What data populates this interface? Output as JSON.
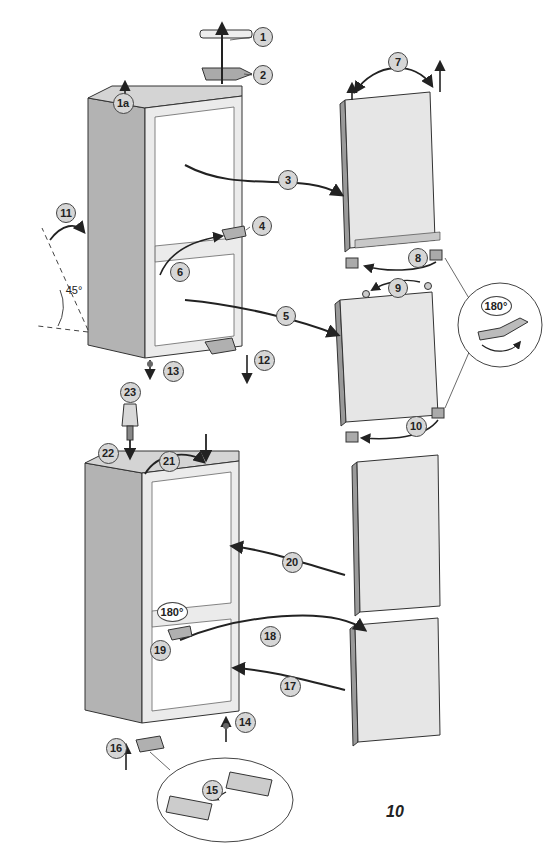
{
  "diagram": {
    "nodes": [
      {
        "text": [
          "1"
        ]
      },
      {
        "text": [
          "2"
        ]
      },
      {
        "text": [
          "1a"
        ]
      },
      {
        "text": [
          "7"
        ]
      },
      {
        "text": [
          "3"
        ]
      },
      {
        "text": [
          "4"
        ]
      },
      {
        "text": [
          "11"
        ]
      },
      {
        "text": [
          "6"
        ]
      },
      {
        "text": [
          "8"
        ]
      },
      {
        "text": [
          "9"
        ]
      },
      {
        "text": [
          "180°"
        ]
      },
      {
        "text": [
          "5"
        ]
      },
      {
        "text": [
          "10"
        ]
      },
      {
        "text": [
          "13"
        ]
      },
      {
        "text": [
          "12"
        ]
      },
      {
        "text": [
          "23"
        ]
      },
      {
        "text": [
          "22"
        ]
      },
      {
        "text": [
          "21"
        ]
      },
      {
        "text": [
          "20"
        ]
      },
      {
        "text": [
          "180°"
        ]
      },
      {
        "text": [
          "19"
        ]
      },
      {
        "text": [
          "18"
        ]
      },
      {
        "text": [
          "17"
        ]
      },
      {
        "text": [
          "14"
        ]
      },
      {
        "text": [
          "16"
        ]
      },
      {
        "text": [
          "15"
        ]
      }
    ],
    "labels": [
      "45°",
      "10"
    ]
  }
}
